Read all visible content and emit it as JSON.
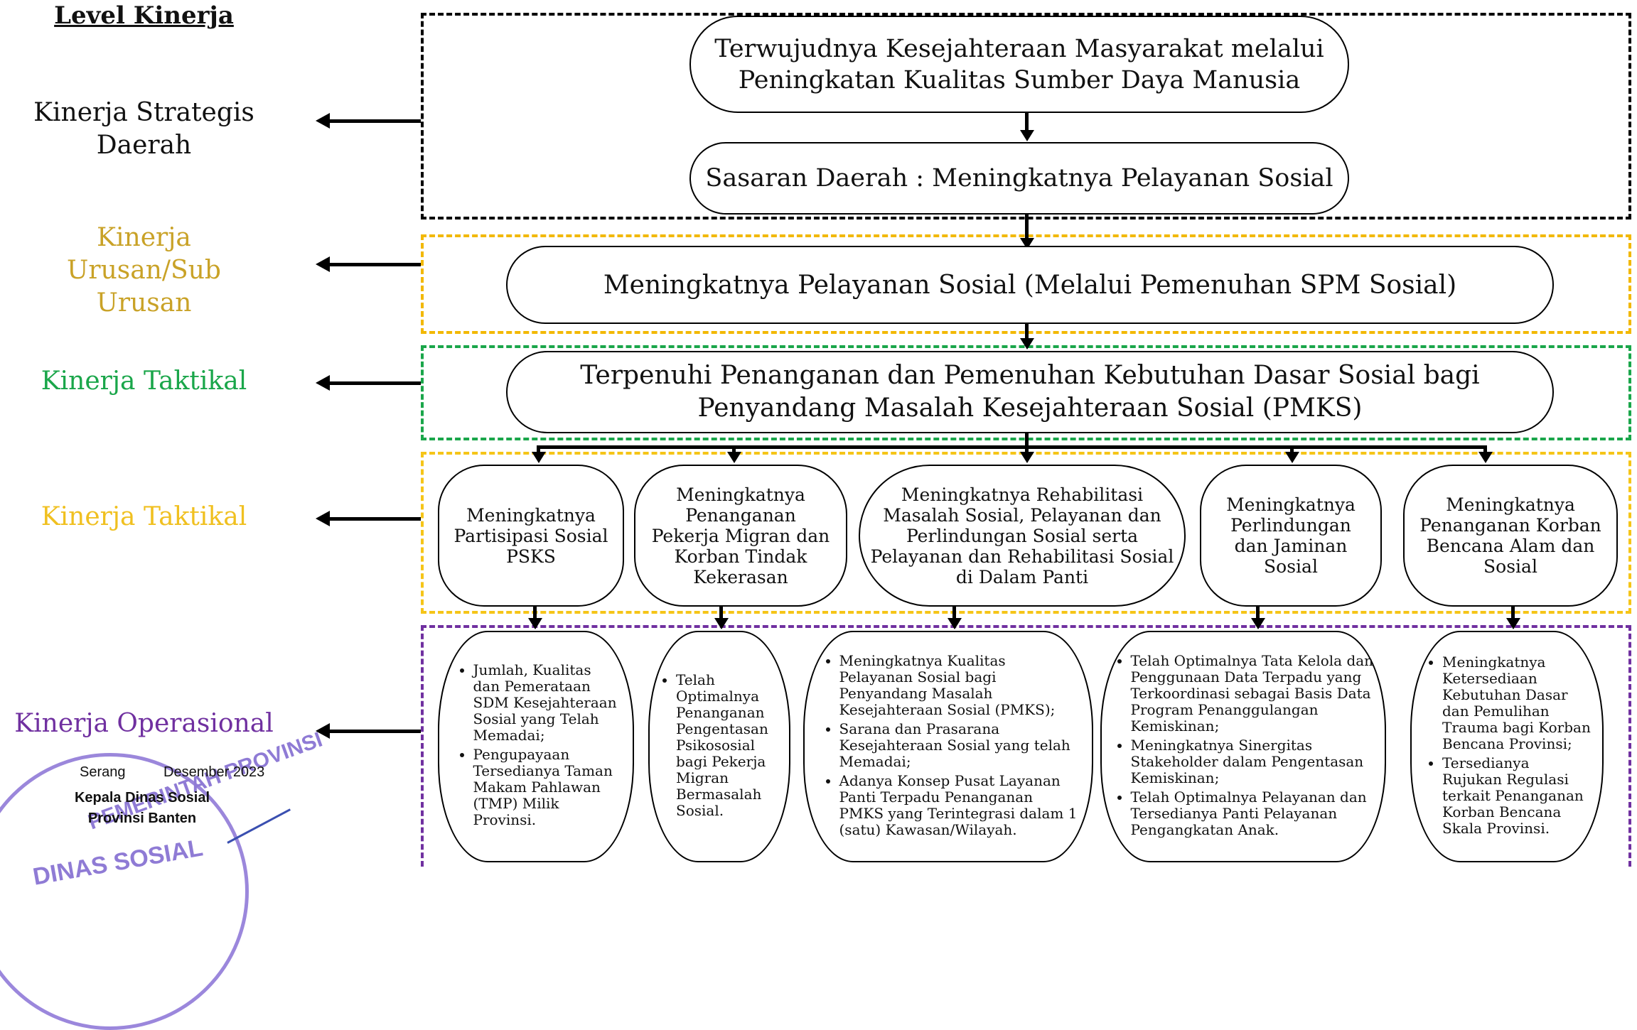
{
  "levels": {
    "title": "Level Kinerja",
    "strategis": "Kinerja Strategis Daerah",
    "urusan": "Kinerja Urusan/Sub Urusan",
    "taktikal1": "Kinerja Taktikal",
    "taktikal2": "Kinerja Taktikal",
    "operasional": "Kinerja Operasional"
  },
  "colors": {
    "strategis": "#000000",
    "urusan": "#f2b800",
    "taktikal1": "#1aa64a",
    "taktikal2": "#f5c518",
    "operasional": "#7030a0",
    "urusan_text": "#c9a227",
    "taktikal2_text": "#f0c020"
  },
  "nodes": {
    "goal": "Terwujudnya Kesejahteraan Masyarakat melalui Peningkatan Kualitas Sumber Daya Manusia",
    "sasaran": "Sasaran Daerah : Meningkatnya Pelayanan Sosial",
    "urusan": "Meningkatnya Pelayanan Sosial (Melalui Pemenuhan SPM Sosial)",
    "taktikal": "Terpenuhi Penanganan dan Pemenuhan Kebutuhan Dasar Sosial bagi Penyandang Masalah Kesejahteraan Sosial (PMKS)"
  },
  "programs": [
    "Meningkatnya Partisipasi Sosial PSKS",
    "Meningkatnya Penanganan Pekerja Migran dan Korban Tindak Kekerasan",
    "Meningkatnya Rehabilitasi Masalah Sosial, Pelayanan dan Perlindungan Sosial serta Pelayanan dan Rehabilitasi Sosial di Dalam Panti",
    "Meningkatnya Perlindungan dan Jaminan Sosial",
    "Meningkatnya Penanganan Korban Bencana Alam dan Sosial"
  ],
  "operational": [
    [
      "Jumlah, Kualitas dan Pemerataan SDM Kesejahteraan Sosial yang Telah Memadai;",
      "Pengupayaan Tersedianya Taman Makam Pahlawan (TMP) Milik Provinsi."
    ],
    [
      "Telah Optimalnya Penanganan Pengentasan Psikososial bagi Pekerja Migran Bermasalah Sosial."
    ],
    [
      "Meningkatnya Kualitas Pelayanan Sosial bagi Penyandang Masalah Kesejahteraan Sosial (PMKS);",
      "Sarana dan Prasarana Kesejahteraan Sosial yang telah Memadai;",
      "Adanya Konsep Pusat Layanan Panti Terpadu Penanganan PMKS yang Terintegrasi dalam 1 (satu) Kawasan/Wilayah."
    ],
    [
      "Telah Optimalnya Tata Kelola dan Penggunaan Data Terpadu yang Terkoordinasi sebagai Basis Data Program Penanggulangan Kemiskinan;",
      "Meningkatnya Sinergitas Stakeholder dalam Pengentasan Kemiskinan;",
      "Telah Optimalnya Pelayanan dan Tersedianya Panti Pelayanan Pengangkatan Anak."
    ],
    [
      "Meningkatnya Ketersediaan Kebutuhan Dasar dan Pemulihan Trauma bagi Korban Bencana Provinsi;",
      "Tersedianya Rujukan Regulasi terkait Penanganan Korban Bencana Skala Provinsi."
    ]
  ],
  "signature": {
    "place": "Serang",
    "date": "Desember 2023",
    "title1": "Kepala Dinas Sosial",
    "title2": "Provinsi Banten",
    "stamp_text_top": "PEMERINTAH PROVINSI",
    "stamp_text_mid": "DINAS SOSIAL"
  }
}
